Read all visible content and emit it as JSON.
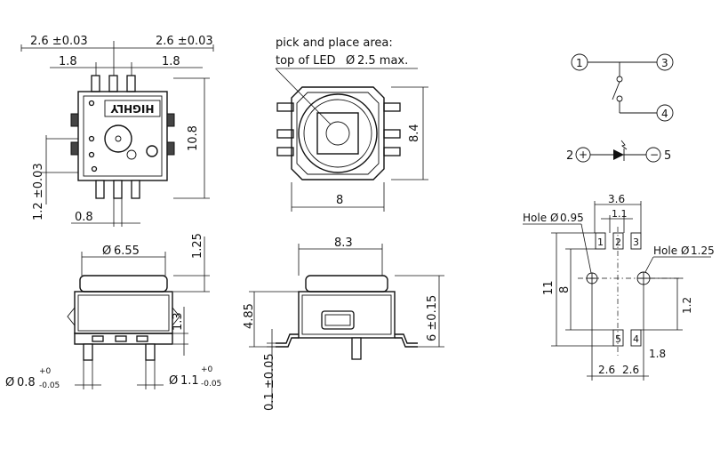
{
  "top_view": {
    "dim_pitch_left": "2.6 ±0.03",
    "dim_pitch_right": "2.6 ±0.03",
    "dim_inner_left": "1.8",
    "dim_inner_right": "1.8",
    "dim_height": "10.8",
    "dim_offset": "1.2 ±0.03",
    "dim_pin_width": "0.8",
    "brand": "HIGHLY"
  },
  "led_view": {
    "note_line1": "pick and place area:",
    "note_line2": "top of LED",
    "note_value": "2.5 max.",
    "dim_width": "8",
    "dim_height": "8.4"
  },
  "schematic": {
    "pin1": "1",
    "pin3": "3",
    "pin4": "4",
    "led_anode": "2",
    "led_cathode": "5",
    "plus": "+",
    "minus": "−"
  },
  "side_view_left": {
    "dim_cap_diameter": "6.55",
    "dim_cap_height": "1.25",
    "dim_body_height": "1.3",
    "dim_pin_diameter": "0.8",
    "dim_pin_tol_plus": "+0",
    "dim_pin_tol_minus": "-0.05",
    "dim_pin2_diameter": "1.1",
    "dim_pin2_tol_plus": "+0",
    "dim_pin2_tol_minus": "-0.05"
  },
  "side_view_right": {
    "dim_width": "8.3",
    "dim_total_height": "4.85",
    "dim_body_height": "6 ±0.15",
    "dim_standoff": "0.1 ±0.05"
  },
  "footprint": {
    "dim_span": "3.6",
    "dim_pitch": "1.1",
    "hole_left": "Hole",
    "hole_left_value": "0.95",
    "hole_right": "Hole",
    "hole_right_value": "1.25",
    "dim_height_outer": "11",
    "dim_height_inner": "8",
    "dim_side": "1.2",
    "dim_pad": "1.8",
    "dim_bottom_left": "2.6",
    "dim_bottom_right": "2.6",
    "pads_top": [
      "1",
      "2",
      "3"
    ],
    "pads_bottom": [
      "5",
      "4"
    ]
  },
  "symbols": {
    "diameter": "Ø"
  }
}
